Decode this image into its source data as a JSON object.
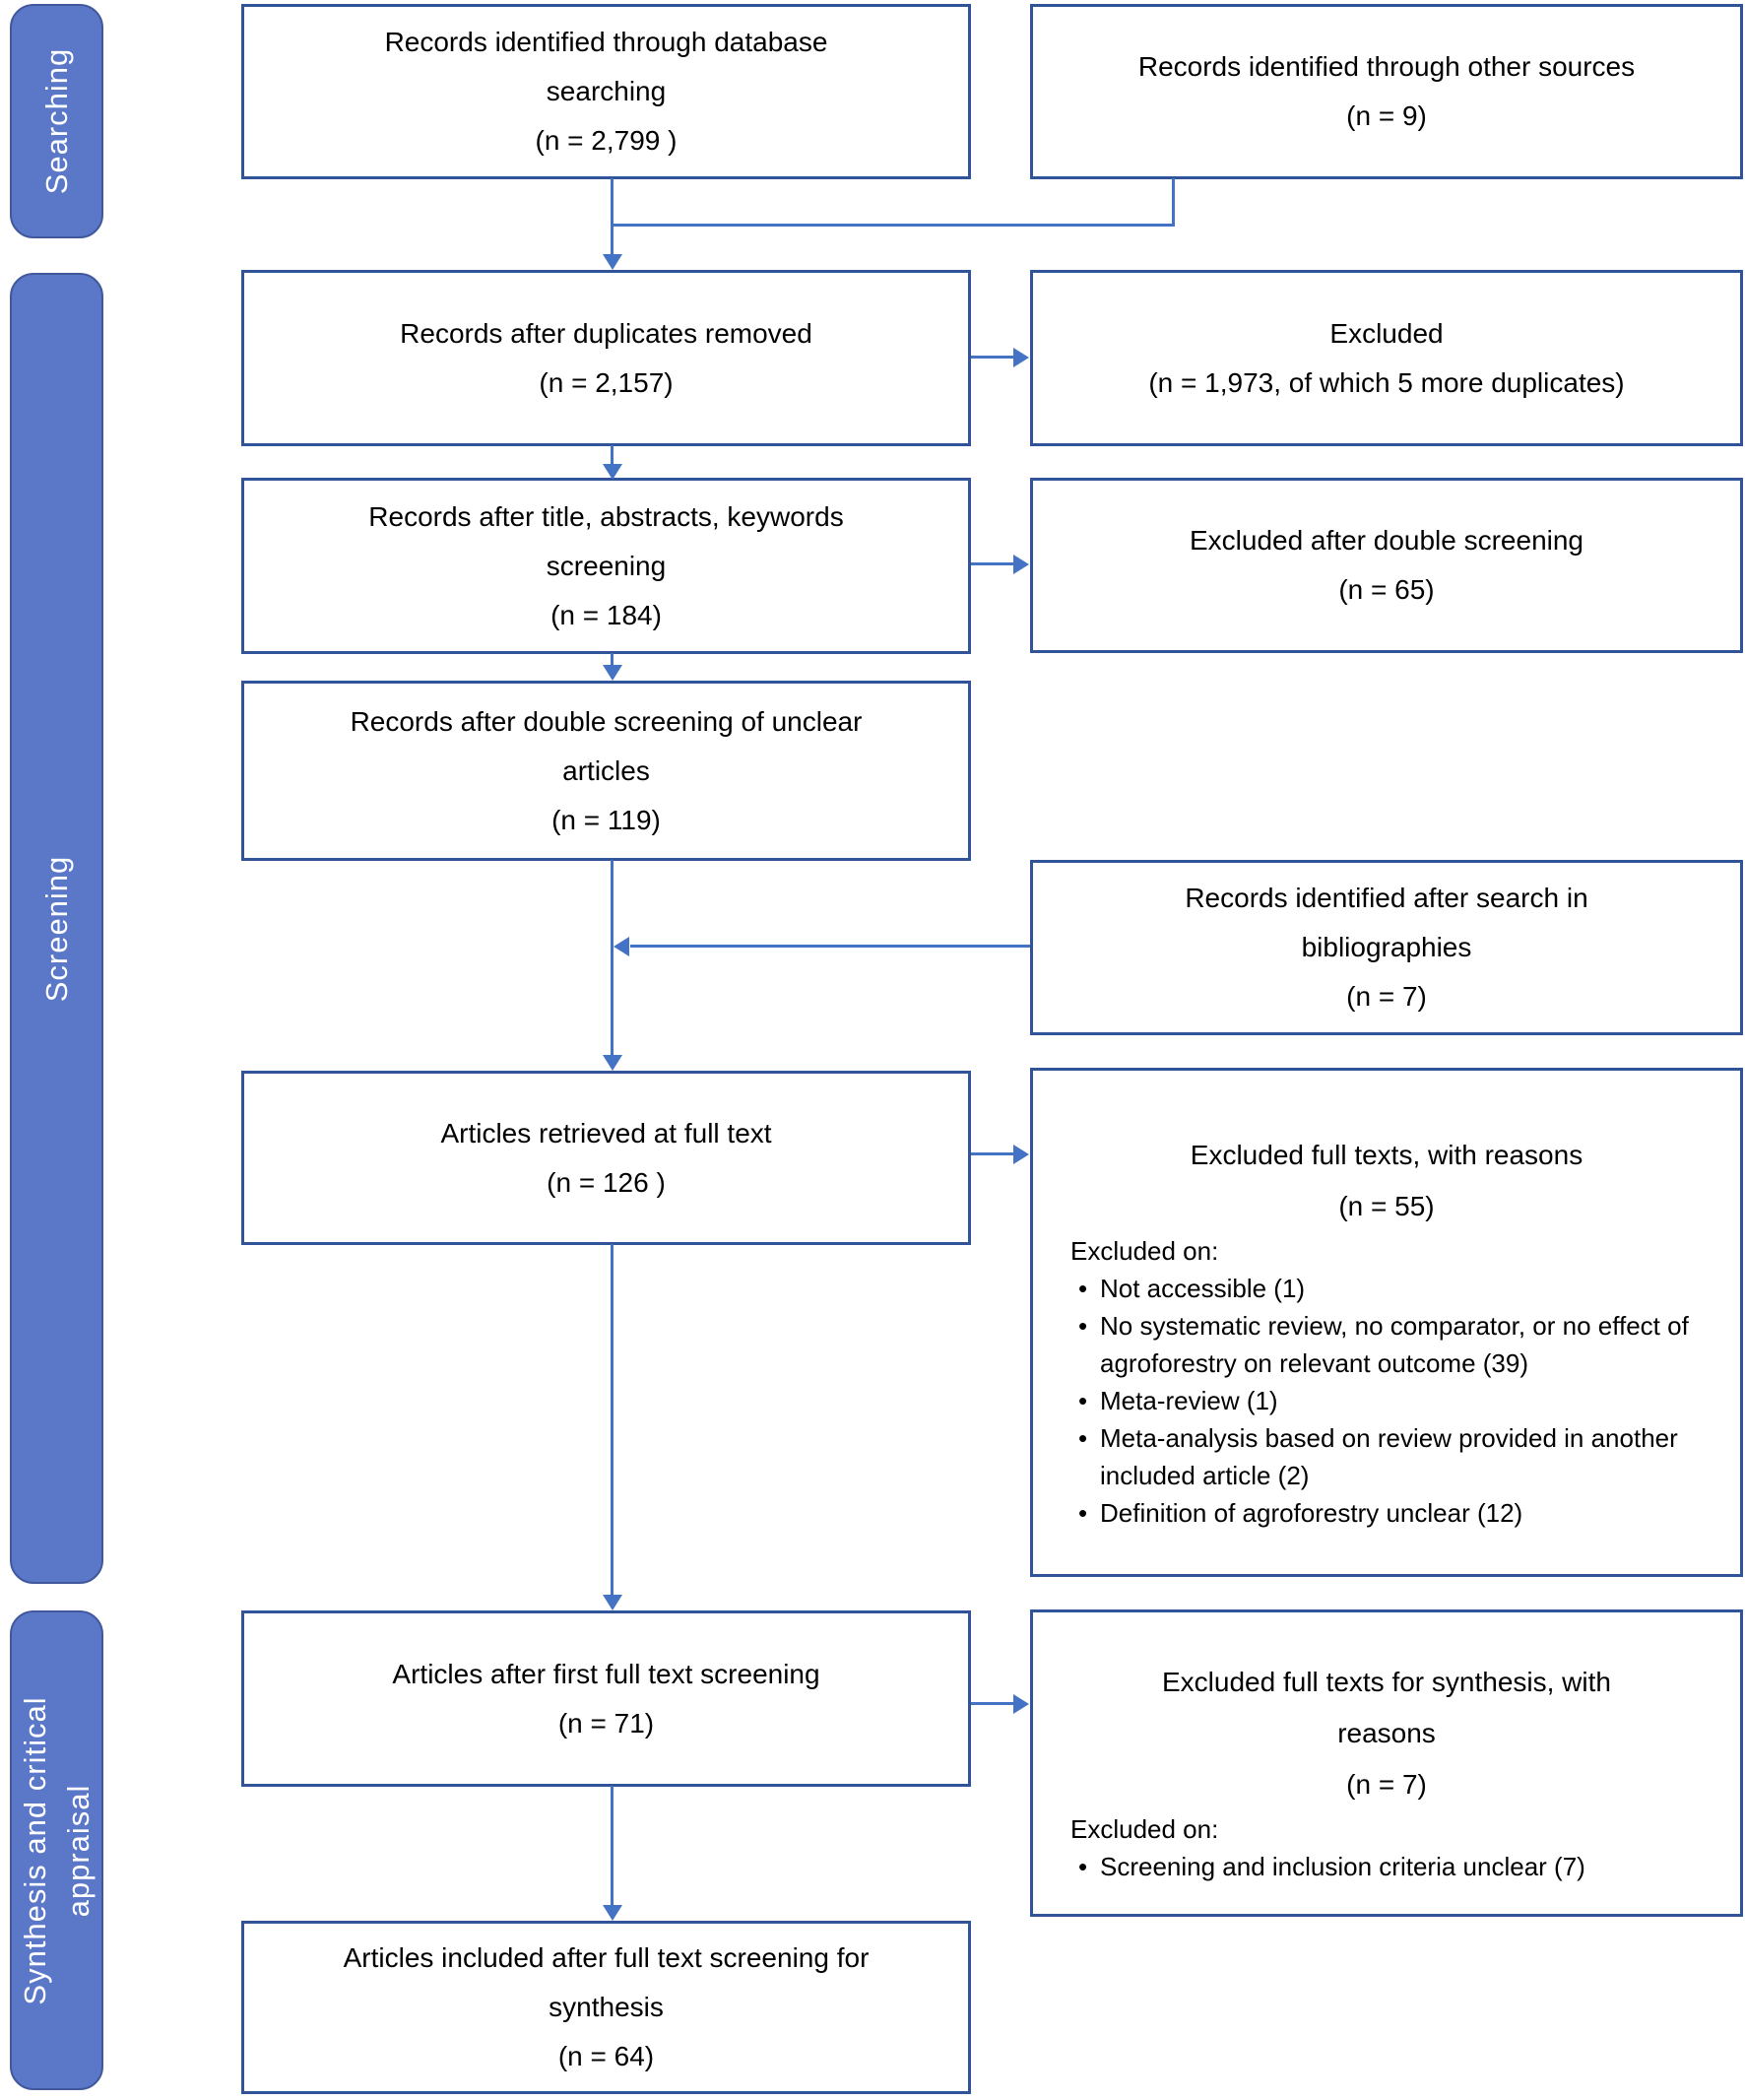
{
  "colors": {
    "box_border": "#30539a",
    "connector": "#4472c4",
    "stage_fill": "#5b78c8",
    "stage_border": "#41599c",
    "stage_text": "#ffffff",
    "box_text": "#000000",
    "background": "#ffffff"
  },
  "stages": {
    "searching": "Searching",
    "screening": "Screening",
    "synthesis": "Synthesis and critical appraisal"
  },
  "flow": {
    "records_database_searching": {
      "lines": [
        "Records identified through database",
        "searching",
        "(n = 2,799 )"
      ]
    },
    "records_other_sources": {
      "lines": [
        "Records identified through other sources",
        "(n = 9)"
      ]
    },
    "records_after_duplicates": {
      "lines": [
        "Records after duplicates removed",
        "(n = 2,157)"
      ]
    },
    "excluded_duplicates": {
      "lines": [
        "Excluded",
        "(n = 1,973, of which 5 more duplicates)"
      ]
    },
    "records_after_title_screening": {
      "lines": [
        "Records after title, abstracts, keywords",
        "screening",
        "(n = 184)"
      ]
    },
    "excluded_double_screening": {
      "lines": [
        "Excluded after double screening",
        "(n = 65)"
      ]
    },
    "records_after_double_screening": {
      "lines": [
        "Records after double screening of unclear",
        "articles",
        "(n = 119)"
      ]
    },
    "records_bibliographies": {
      "lines": [
        "Records identified after search in",
        "bibliographies",
        "(n = 7)"
      ]
    },
    "articles_full_text": {
      "lines": [
        "Articles retrieved at full text",
        "(n = 126 )"
      ]
    },
    "excluded_full_texts": {
      "lines": [
        "Excluded full texts, with reasons",
        "(n = 55)"
      ],
      "excluded_on_label": "Excluded on:",
      "reasons": [
        "Not accessible (1)",
        "No systematic review, no comparator, or no effect of agroforestry on relevant outcome (39)",
        "Meta-review (1)",
        "Meta-analysis based on review provided in another included article (2)",
        "Definition of agroforestry unclear (12)"
      ]
    },
    "articles_first_screening": {
      "lines": [
        "Articles after first full text screening",
        "(n = 71)"
      ]
    },
    "excluded_synthesis": {
      "lines": [
        "Excluded full texts for synthesis, with",
        "reasons",
        "(n = 7)"
      ],
      "excluded_on_label": "Excluded on:",
      "reasons": [
        "Screening and inclusion criteria unclear (7)"
      ]
    },
    "articles_included": {
      "lines": [
        "Articles included after full text screening for",
        "synthesis",
        "(n = 64)"
      ]
    }
  }
}
